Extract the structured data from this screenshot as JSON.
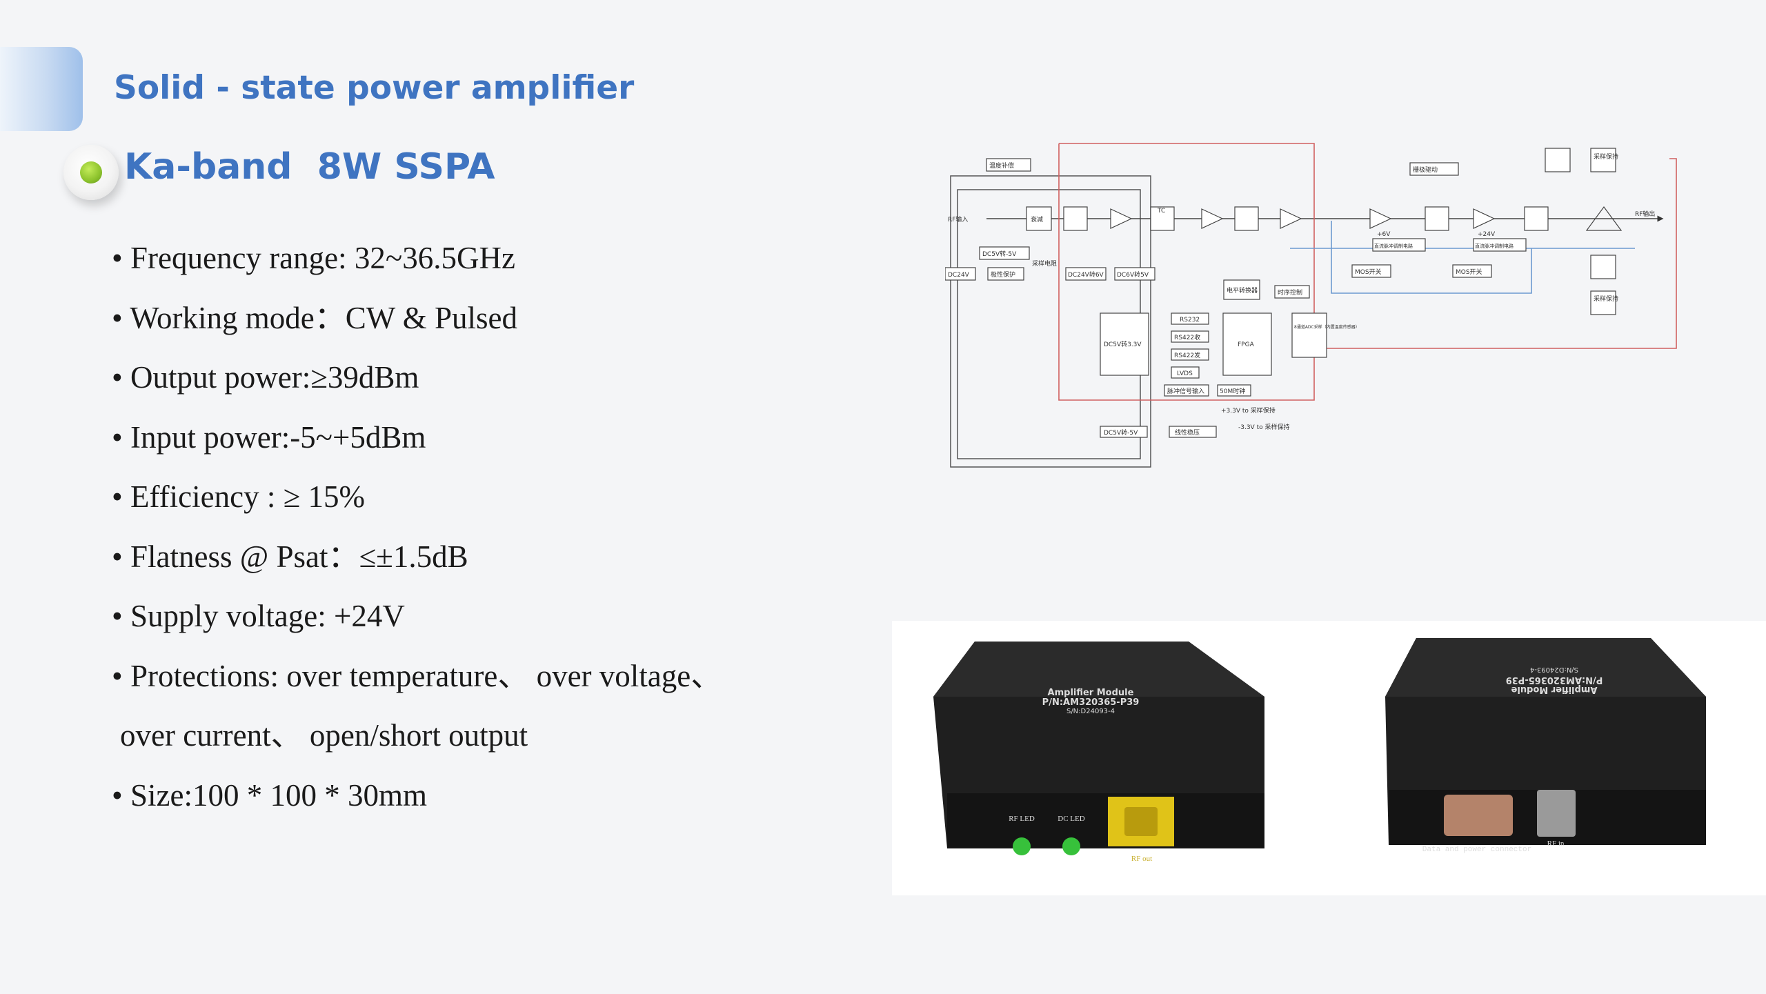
{
  "header": {
    "section_title": "Solid - state power amplifier",
    "product_title": "Ka-band  8W SSPA"
  },
  "specs": [
    "• Frequency range: 32~36.5GHz",
    "• Working mode：CW & Pulsed",
    "• Output power:≥39dBm",
    "• Input power:-5~+5dBm",
    "• Efficiency : ≥ 15%",
    "• Flatness @ Psat：≤±1.5dB",
    "• Supply voltage: +24V",
    "• Protections: over temperature、 over voltage、",
    "over current、 open/short output",
    "• Size:100 * 100 * 30mm"
  ],
  "diagram": {
    "labels": {
      "rf_in": "RF输入",
      "rf_out": "RF输出",
      "atten": "衰减",
      "temp_comp": "温度补偿",
      "tc": "TC",
      "dc5v_neg5v": "DC5V转-5V",
      "dc24v": "DC24V",
      "polarity": "极性保护",
      "sample_r": "采样电阻",
      "dc24v_6v": "DC24V转6V",
      "dc6v_5v": "DC6V转5V",
      "level_conv": "电平转换器",
      "timing": "时序控制",
      "dc5v_33v": "DC5V转3.3V",
      "rs232": "RS232",
      "rs422_in": "RS422收",
      "rs422_out": "RS422发",
      "lvds": "LVDS",
      "pulse_in": "脉冲信号输入",
      "clk50": "50M时钟",
      "fpga": "FPGA",
      "adc": "8通道ADC采样（内置温度传感器）",
      "mos1": "MOS开关",
      "mos2": "MOS开关",
      "gate1": "栅极驱动",
      "pulse_mod1": "直流脉冲调制电路",
      "pulse_mod2": "直流脉冲调制电路",
      "v6": "+6V",
      "v24": "+24V",
      "sh1": "采样保持",
      "sh2": "采样保持",
      "sh_pos": "+3.3V to 采样保持",
      "sh_neg": "-3.3V to 采样保持",
      "dc5v_neg5v_b": "DC5V转-5V",
      "temp_comp_b": "线性稳压"
    }
  },
  "photos": {
    "left": {
      "line1": "Amplifier Module",
      "line2": "P/N:AM320365-P39",
      "line3": "S/N:D24093-4",
      "rf_led": "RF LED",
      "dc_led": "DC LED",
      "rf_out": "RF out"
    },
    "right": {
      "line1": "Amplifier Module",
      "line2": "P/N:AM320365-P39",
      "line3": "S/N:D24093-4",
      "connector": "Data and power connector",
      "rf_in": "RF in"
    }
  }
}
